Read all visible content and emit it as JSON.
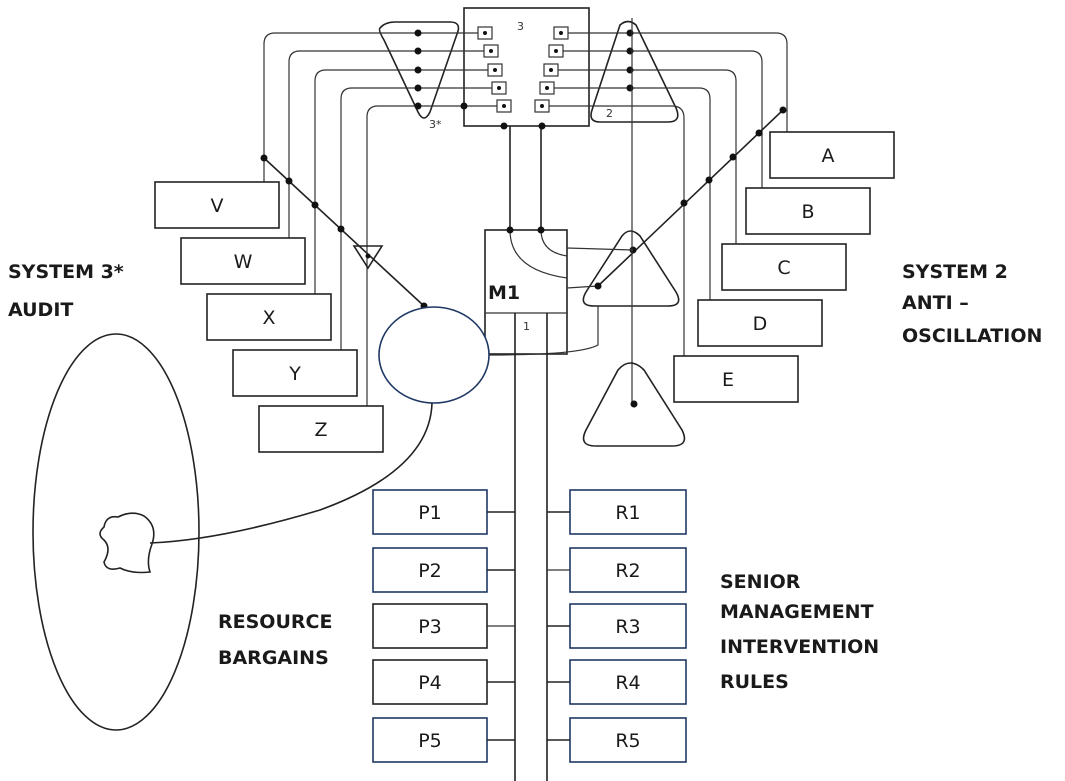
{
  "headings": {
    "system3_line1": "SYSTEM 3*",
    "system3_line2": "AUDIT",
    "system2_line1": "SYSTEM 2",
    "system2_line2": "ANTI –",
    "system2_line3": "OSCILLATION",
    "resource_line1": "RESOURCE",
    "resource_line2": "BARGAINS",
    "senior_line1": "SENIOR",
    "senior_line2": "MANAGEMENT",
    "senior_line3": "INTERVENTION",
    "senior_line4": "RULES"
  },
  "left_boxes": [
    "V",
    "W",
    "X",
    "Y",
    "Z"
  ],
  "right_boxes": [
    "A",
    "B",
    "C",
    "D",
    "E"
  ],
  "p_boxes": [
    "P1",
    "P2",
    "P3",
    "P4",
    "P5"
  ],
  "r_boxes": [
    "R1",
    "R2",
    "R3",
    "R4",
    "R5"
  ],
  "center_box": {
    "label": "M1",
    "number": "1"
  },
  "top_box": {
    "number": "3"
  },
  "triangle_labels": {
    "system3star": "3*",
    "system2": "2"
  }
}
